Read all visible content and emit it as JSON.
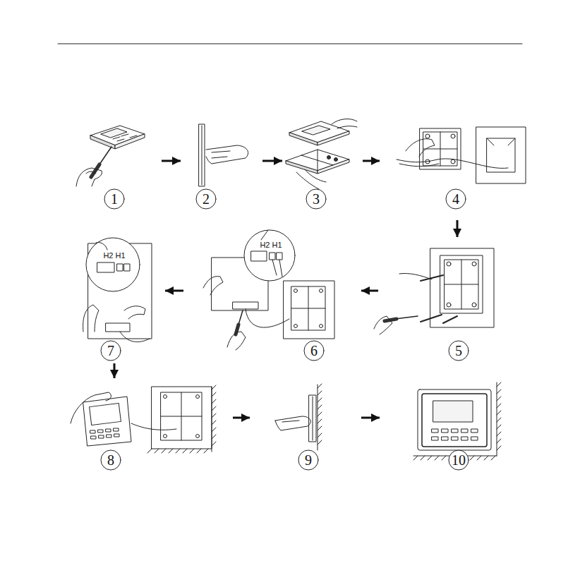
{
  "diagram": {
    "nodes": [
      {
        "text": [
          "1"
        ]
      },
      {
        "text": [
          "2"
        ]
      },
      {
        "text": [
          "3"
        ]
      },
      {
        "text": [
          "4"
        ]
      },
      {
        "text": [
          "5"
        ]
      },
      {
        "text": [
          "6"
        ]
      },
      {
        "text": [
          "7"
        ]
      },
      {
        "text": [
          "8"
        ]
      },
      {
        "text": [
          "9"
        ]
      },
      {
        "text": [
          "10"
        ]
      }
    ],
    "edges": [
      {
        "from": 0,
        "to": 1,
        "arrow": "to"
      },
      {
        "from": 1,
        "to": 2,
        "arrow": "to"
      },
      {
        "from": 2,
        "to": 3,
        "arrow": "to"
      },
      {
        "from": 3,
        "to": 4,
        "arrow": "to"
      },
      {
        "from": 4,
        "to": 5,
        "arrow": "to"
      },
      {
        "from": 5,
        "to": 6,
        "arrow": "to"
      },
      {
        "from": 6,
        "to": 7,
        "arrow": "to"
      },
      {
        "from": 7,
        "to": 8,
        "arrow": "to"
      },
      {
        "from": 8,
        "to": 9,
        "arrow": "to"
      }
    ],
    "labels": [
      "H2 H1",
      "H2 H1"
    ]
  }
}
